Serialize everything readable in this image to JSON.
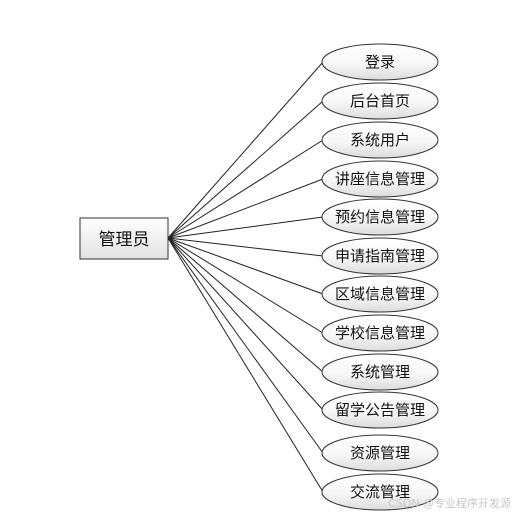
{
  "actor": {
    "label": "管理员"
  },
  "use_cases": [
    {
      "label": "登录"
    },
    {
      "label": "后台首页"
    },
    {
      "label": "系统用户"
    },
    {
      "label": "讲座信息管理"
    },
    {
      "label": "预约信息管理"
    },
    {
      "label": "申请指南管理"
    },
    {
      "label": "区域信息管理"
    },
    {
      "label": "学校信息管理"
    },
    {
      "label": "系统管理"
    },
    {
      "label": "留学公告管理"
    },
    {
      "label": "资源管理"
    },
    {
      "label": "交流管理"
    }
  ],
  "watermark": "CSDN @专业程序开发源"
}
